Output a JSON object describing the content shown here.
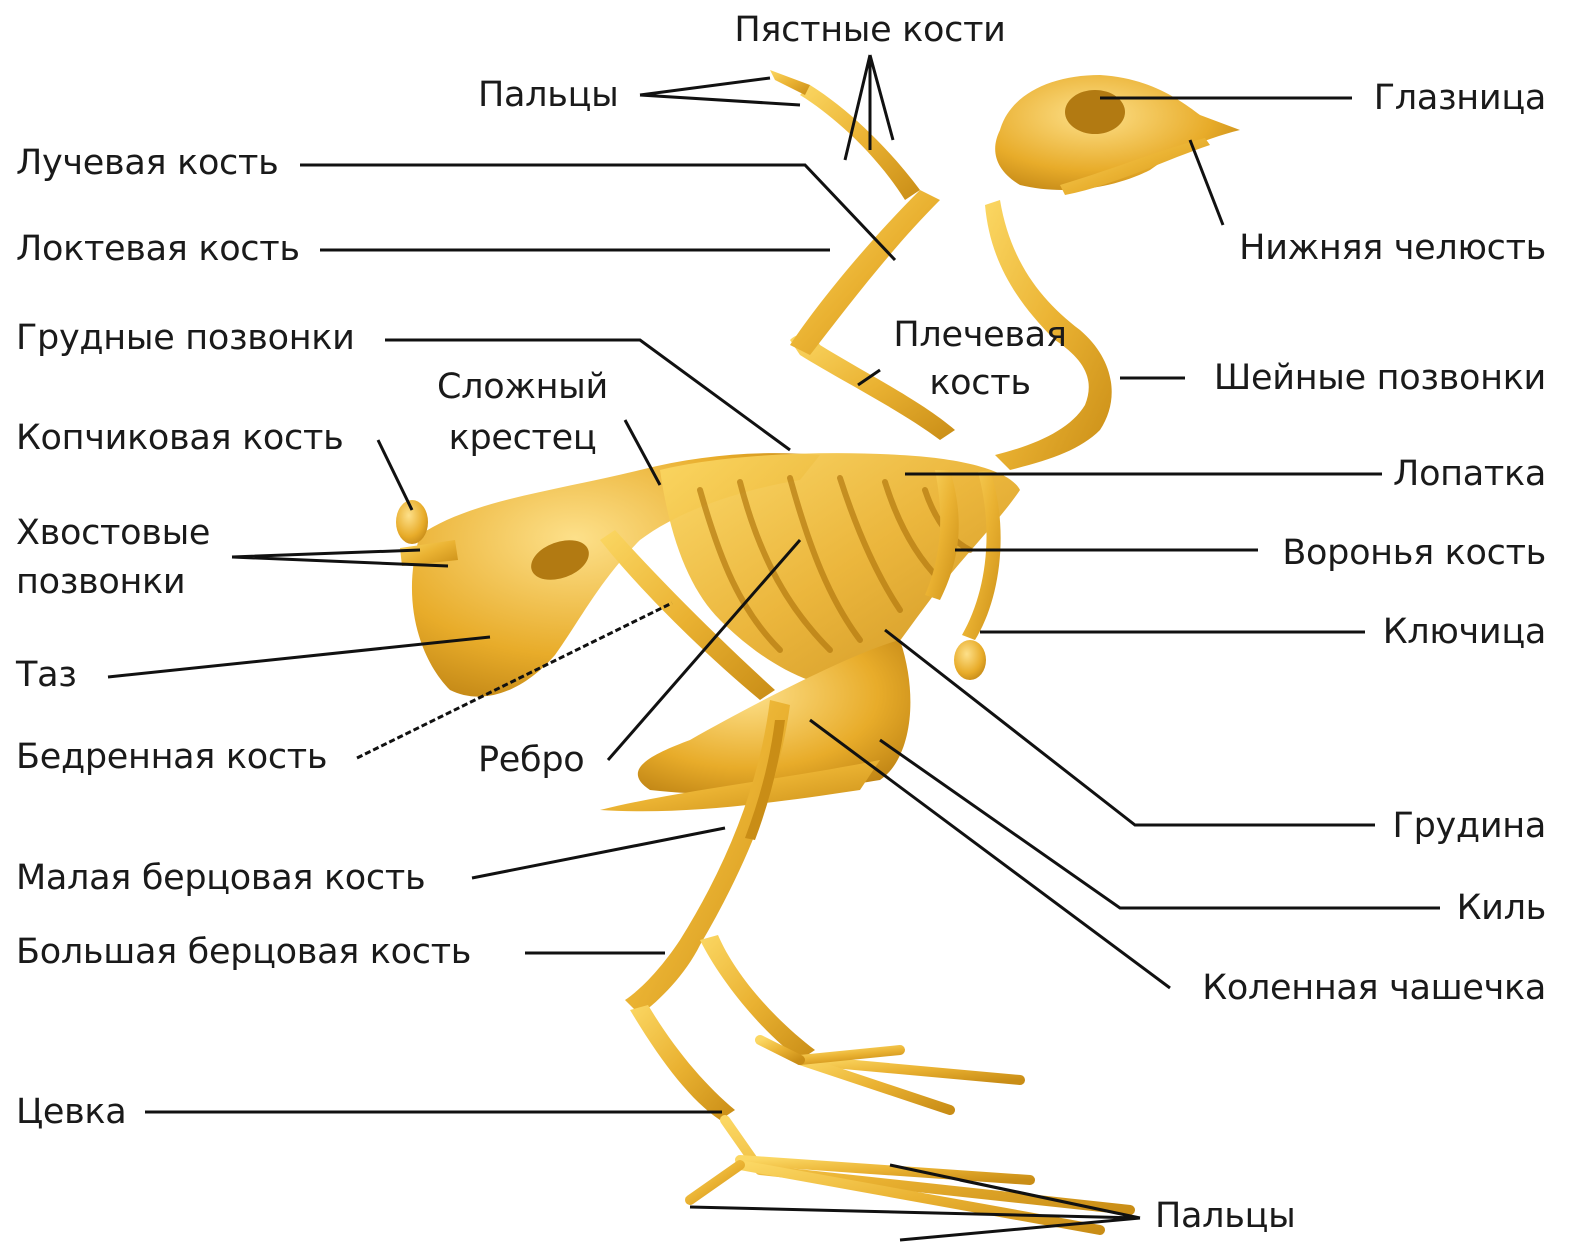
{
  "colors": {
    "bone_light": "#f6c94a",
    "bone_mid": "#e3a824",
    "bone_dark": "#b47a10",
    "leader": "#111111",
    "text": "#1a1a1a"
  },
  "labels": {
    "pastnye_kosti": "Пястные кости",
    "paltsy_krylo": "Пальцы",
    "luchevaya": "Лучевая кость",
    "loktevaya": "Локтевая кость",
    "grudnye_pozvonki": "Грудные позвонки",
    "plechevaya_1": "Плечевая",
    "plechevaya_2": "кость",
    "slozhny_1": "Сложный",
    "slozhny_2": "крестец",
    "kopchikovaya": "Копчиковая кость",
    "hvostovye_1": "Хвостовые",
    "hvostovye_2": "позвонки",
    "taz": "Таз",
    "bedrennaya": "Бедренная кость",
    "rebro": "Ребро",
    "malaya_bertsovaya": "Малая берцовая кость",
    "bolshaya_bertsovaya": "Большая берцовая кость",
    "tsevka": "Цевка",
    "glaznitsa": "Глазница",
    "nizhnyaya_chelyust": "Нижняя челюсть",
    "sheynye_pozvonki": "Шейные позвонки",
    "lopatka": "Лопатка",
    "voronya": "Воронья кость",
    "klyuchitsa": "Ключица",
    "grudina": "Грудина",
    "kil": "Киль",
    "kolennaya": "Коленная чашечка",
    "paltsy_noga": "Пальцы"
  }
}
